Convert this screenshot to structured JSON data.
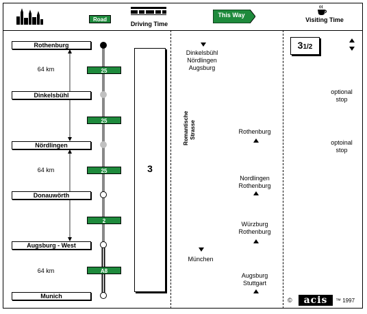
{
  "header": {
    "road_label": "Road",
    "driving_time_label": "Driving Time",
    "this_way_label": "This Way",
    "visiting_time_label": "Visiting Time"
  },
  "route": {
    "cities": [
      {
        "name": "Rothenburg"
      },
      {
        "name": "Dinkelsbühl"
      },
      {
        "name": "Nördlingen"
      },
      {
        "name": "Donauwörth"
      },
      {
        "name": "Augsburg - West"
      },
      {
        "name": "Munich"
      }
    ],
    "distances": [
      "64 km",
      "64 km",
      "64 km"
    ],
    "roads": [
      "25",
      "25",
      "25",
      "2",
      "A8"
    ]
  },
  "driving_time": "3",
  "this_way": {
    "vertical_label": "Romantische Strasse",
    "top_destinations": "Dinkelsbühl\nNördlingen\nAugsburg",
    "bottom_destination": "München",
    "up_destinations": [
      "Rothenburg",
      "Nordlingen\nRothenburg",
      "Würzburg\nRothenburg",
      "Augsburg\nStuttgart"
    ]
  },
  "visiting": {
    "time_main": "3",
    "time_fraction": "1/2",
    "stops": [
      "optional\nstop",
      "optoinal\nstop"
    ]
  },
  "footer": {
    "copyright_symbol": "©",
    "logo": "acis",
    "trademark_year": "™ 1997"
  }
}
